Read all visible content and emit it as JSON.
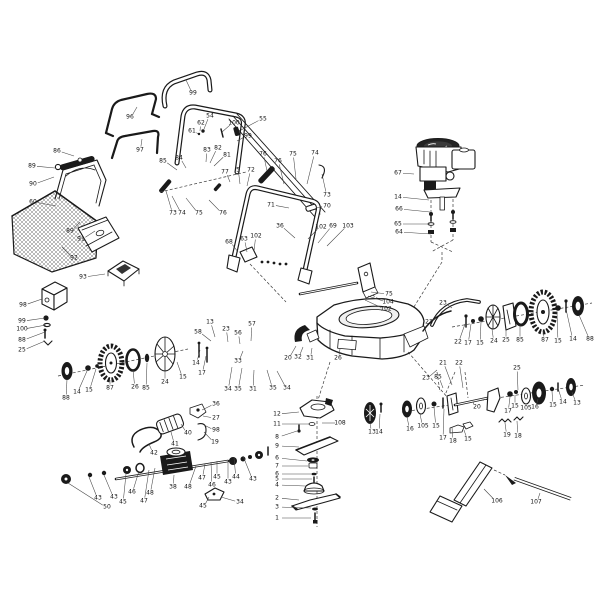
{
  "page": {
    "background": "#ffffff",
    "ink": "#1a1a1a",
    "title": ""
  },
  "diagram": {
    "type": "exploded-parts-diagram",
    "subject": "walk-behind lawn mower",
    "labels": [
      [
        "99",
        193,
        93,
        186,
        80
      ],
      [
        "96",
        130,
        117,
        137,
        107
      ],
      [
        "97",
        140,
        150,
        142,
        139
      ],
      [
        "86",
        57,
        151,
        74,
        156
      ],
      [
        "89",
        32,
        166,
        55,
        168
      ],
      [
        "90",
        33,
        184,
        54,
        177
      ],
      [
        "60",
        33,
        202,
        56,
        206
      ],
      [
        "89",
        70,
        231,
        80,
        222
      ],
      [
        "91",
        81,
        239,
        95,
        231
      ],
      [
        "92",
        74,
        258,
        62,
        247
      ],
      [
        "93",
        83,
        277,
        105,
        274
      ],
      [
        "98",
        23,
        305,
        42,
        299
      ],
      [
        "99",
        22,
        321,
        45,
        318
      ],
      [
        "100",
        22,
        329,
        46,
        325
      ],
      [
        "88",
        22,
        340,
        45,
        332
      ],
      [
        "25",
        22,
        350,
        45,
        341
      ],
      [
        "54",
        210,
        116,
        204,
        129
      ],
      [
        "62",
        201,
        123,
        200,
        131
      ],
      [
        "61",
        192,
        131,
        198,
        134
      ],
      [
        "100",
        234,
        123,
        222,
        132
      ],
      [
        "55",
        263,
        119,
        241,
        130
      ],
      [
        "99",
        248,
        136,
        237,
        141
      ],
      [
        "83",
        207,
        150,
        206,
        162
      ],
      [
        "82",
        218,
        148,
        210,
        163
      ],
      [
        "81",
        227,
        155,
        214,
        166
      ],
      [
        "85",
        163,
        161,
        177,
        170
      ],
      [
        "84",
        179,
        158,
        186,
        168
      ],
      [
        "76",
        263,
        154,
        267,
        171
      ],
      [
        "76",
        278,
        161,
        284,
        184
      ],
      [
        "75",
        293,
        154,
        296,
        179
      ],
      [
        "74",
        315,
        153,
        307,
        184
      ],
      [
        "77",
        225,
        172,
        230,
        182
      ],
      [
        "5",
        238,
        170,
        240,
        184
      ],
      [
        "72",
        251,
        170,
        247,
        186
      ],
      [
        "73",
        327,
        195,
        322,
        174
      ],
      [
        "70",
        327,
        206,
        316,
        208
      ],
      [
        "73",
        173,
        213,
        166,
        191
      ],
      [
        "74",
        182,
        213,
        172,
        196
      ],
      [
        "75",
        199,
        213,
        186,
        198
      ],
      [
        "76",
        223,
        213,
        209,
        200
      ],
      [
        "71",
        271,
        205,
        289,
        208
      ],
      [
        "36",
        280,
        226,
        295,
        238
      ],
      [
        "68",
        229,
        242,
        238,
        252
      ],
      [
        "63",
        244,
        239,
        247,
        252
      ],
      [
        "102",
        256,
        236,
        254,
        251
      ],
      [
        "102",
        321,
        227,
        308,
        239
      ],
      [
        "69",
        333,
        226,
        318,
        243
      ],
      [
        "103",
        348,
        226,
        327,
        246
      ],
      [
        "67",
        398,
        173,
        414,
        174
      ],
      [
        "14",
        398,
        197,
        429,
        200
      ],
      [
        "66",
        399,
        209,
        430,
        212
      ],
      [
        "65",
        398,
        224,
        430,
        224
      ],
      [
        "64",
        399,
        232,
        431,
        234
      ],
      [
        "75",
        389,
        294,
        371,
        292
      ],
      [
        "104",
        388,
        302,
        368,
        296
      ],
      [
        "102",
        386,
        309,
        365,
        300
      ],
      [
        "13",
        210,
        322,
        215,
        337
      ],
      [
        "58",
        198,
        332,
        211,
        341
      ],
      [
        "23",
        226,
        329,
        228,
        342
      ],
      [
        "56",
        238,
        333,
        240,
        344
      ],
      [
        "57",
        252,
        324,
        251,
        341
      ],
      [
        "14",
        196,
        363,
        200,
        350
      ],
      [
        "17",
        202,
        373,
        206,
        356
      ],
      [
        "33",
        238,
        361,
        243,
        351
      ],
      [
        "34",
        228,
        389,
        232,
        367
      ],
      [
        "35",
        238,
        389,
        242,
        368
      ],
      [
        "31",
        253,
        389,
        254,
        370
      ],
      [
        "35",
        273,
        388,
        267,
        370
      ],
      [
        "34",
        287,
        388,
        277,
        371
      ],
      [
        "20",
        288,
        358,
        296,
        346
      ],
      [
        "32",
        298,
        357,
        303,
        347
      ],
      [
        "31",
        310,
        358,
        312,
        348
      ],
      [
        "26",
        338,
        358,
        340,
        349
      ],
      [
        "88",
        66,
        398,
        67,
        379
      ],
      [
        "14",
        77,
        392,
        87,
        371
      ],
      [
        "15",
        89,
        390,
        96,
        369
      ],
      [
        "87",
        110,
        388,
        110,
        380
      ],
      [
        "26",
        135,
        387,
        133,
        370
      ],
      [
        "85",
        146,
        388,
        147,
        363
      ],
      [
        "24",
        165,
        382,
        165,
        371
      ],
      [
        "15",
        183,
        377,
        177,
        362
      ],
      [
        "43",
        98,
        498,
        89,
        477
      ],
      [
        "50",
        107,
        507,
        68,
        483
      ],
      [
        "43",
        114,
        497,
        104,
        475
      ],
      [
        "45",
        123,
        502,
        126,
        474
      ],
      [
        "46",
        132,
        492,
        139,
        471
      ],
      [
        "47",
        144,
        501,
        149,
        470
      ],
      [
        "48",
        150,
        493,
        155,
        468
      ],
      [
        "38",
        173,
        487,
        174,
        475
      ],
      [
        "48",
        188,
        487,
        196,
        466
      ],
      [
        "47",
        202,
        478,
        205,
        464
      ],
      [
        "46",
        212,
        485,
        211,
        462
      ],
      [
        "45",
        217,
        477,
        217,
        461
      ],
      [
        "43",
        228,
        482,
        228,
        460
      ],
      [
        "44",
        236,
        477,
        234,
        458
      ],
      [
        "43",
        253,
        479,
        243,
        456
      ],
      [
        "45",
        203,
        506,
        209,
        497
      ],
      [
        "34",
        240,
        502,
        221,
        497
      ],
      [
        "41",
        175,
        444,
        171,
        432
      ],
      [
        "42",
        154,
        453,
        149,
        444
      ],
      [
        "40",
        188,
        433,
        181,
        424
      ],
      [
        "36",
        216,
        404,
        202,
        410
      ],
      [
        "27",
        216,
        418,
        203,
        416
      ],
      [
        "98",
        216,
        430,
        204,
        425
      ],
      [
        "19",
        215,
        442,
        204,
        432
      ],
      [
        "12",
        277,
        414,
        299,
        412
      ],
      [
        "11",
        277,
        424,
        310,
        424
      ],
      [
        "108",
        340,
        423,
        322,
        423
      ],
      [
        "8",
        277,
        437,
        297,
        431
      ],
      [
        "9",
        277,
        446,
        299,
        447
      ],
      [
        "6",
        277,
        458,
        307,
        461
      ],
      [
        "7",
        277,
        466,
        308,
        466
      ],
      [
        "6",
        277,
        474,
        311,
        474
      ],
      [
        "5",
        277,
        479,
        312,
        479
      ],
      [
        "4",
        277,
        485,
        305,
        486
      ],
      [
        "2",
        277,
        498,
        299,
        500
      ],
      [
        "3",
        277,
        507,
        311,
        508
      ],
      [
        "1",
        277,
        518,
        311,
        518
      ],
      [
        "13",
        372,
        432,
        370,
        423
      ],
      [
        "14",
        379,
        432,
        380,
        414
      ],
      [
        "23",
        443,
        303,
        452,
        308
      ],
      [
        "23",
        429,
        322,
        436,
        318
      ],
      [
        "22",
        458,
        342,
        465,
        324
      ],
      [
        "17",
        468,
        343,
        471,
        324
      ],
      [
        "15",
        480,
        343,
        481,
        322
      ],
      [
        "24",
        494,
        341,
        492,
        329
      ],
      [
        "25",
        506,
        340,
        506,
        328
      ],
      [
        "85",
        520,
        340,
        520,
        325
      ],
      [
        "87",
        545,
        340,
        543,
        331
      ],
      [
        "15",
        558,
        341,
        557,
        312
      ],
      [
        "14",
        573,
        339,
        566,
        309
      ],
      [
        "88",
        590,
        339,
        579,
        315
      ],
      [
        "21",
        443,
        363,
        452,
        385
      ],
      [
        "22",
        459,
        363,
        463,
        388
      ],
      [
        "25",
        517,
        368,
        518,
        390
      ],
      [
        "23",
        426,
        378,
        437,
        370
      ],
      [
        "85",
        438,
        377,
        443,
        388
      ],
      [
        "16",
        410,
        429,
        407,
        417
      ],
      [
        "105",
        423,
        426,
        420,
        414
      ],
      [
        "15",
        436,
        426,
        434,
        407
      ],
      [
        "17",
        443,
        438,
        444,
        409
      ],
      [
        "18",
        453,
        441,
        452,
        427
      ],
      [
        "15",
        468,
        439,
        464,
        430
      ],
      [
        "20",
        477,
        407,
        473,
        402
      ],
      [
        "17",
        508,
        411,
        510,
        397
      ],
      [
        "15",
        515,
        406,
        515,
        395
      ],
      [
        "105",
        526,
        408,
        526,
        404
      ],
      [
        "16",
        535,
        407,
        538,
        399
      ],
      [
        "15",
        553,
        405,
        552,
        391
      ],
      [
        "14",
        563,
        402,
        558,
        388
      ],
      [
        "13",
        577,
        403,
        572,
        392
      ],
      [
        "19",
        507,
        435,
        505,
        423
      ],
      [
        "18",
        518,
        436,
        517,
        421
      ],
      [
        "106",
        497,
        501,
        484,
        489
      ],
      [
        "107",
        536,
        502,
        540,
        493
      ]
    ]
  }
}
